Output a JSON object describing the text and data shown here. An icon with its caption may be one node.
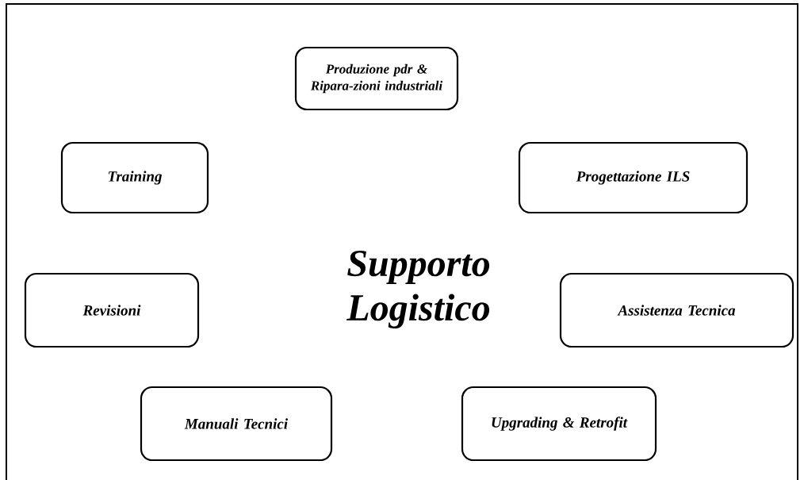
{
  "diagram": {
    "title": "Supporto Logistico",
    "nodes": [
      {
        "text": [
          "Produzione pdr & Ripara-zioni industriali"
        ]
      },
      {
        "text": [
          "Training"
        ]
      },
      {
        "text": [
          "Progettazione ILS"
        ]
      },
      {
        "text": [
          "Revisioni"
        ]
      },
      {
        "text": [
          "Assistenza Tecnica"
        ]
      },
      {
        "text": [
          "Manuali Tecnici"
        ]
      },
      {
        "text": [
          "Upgrading & Retrofit"
        ]
      }
    ]
  }
}
